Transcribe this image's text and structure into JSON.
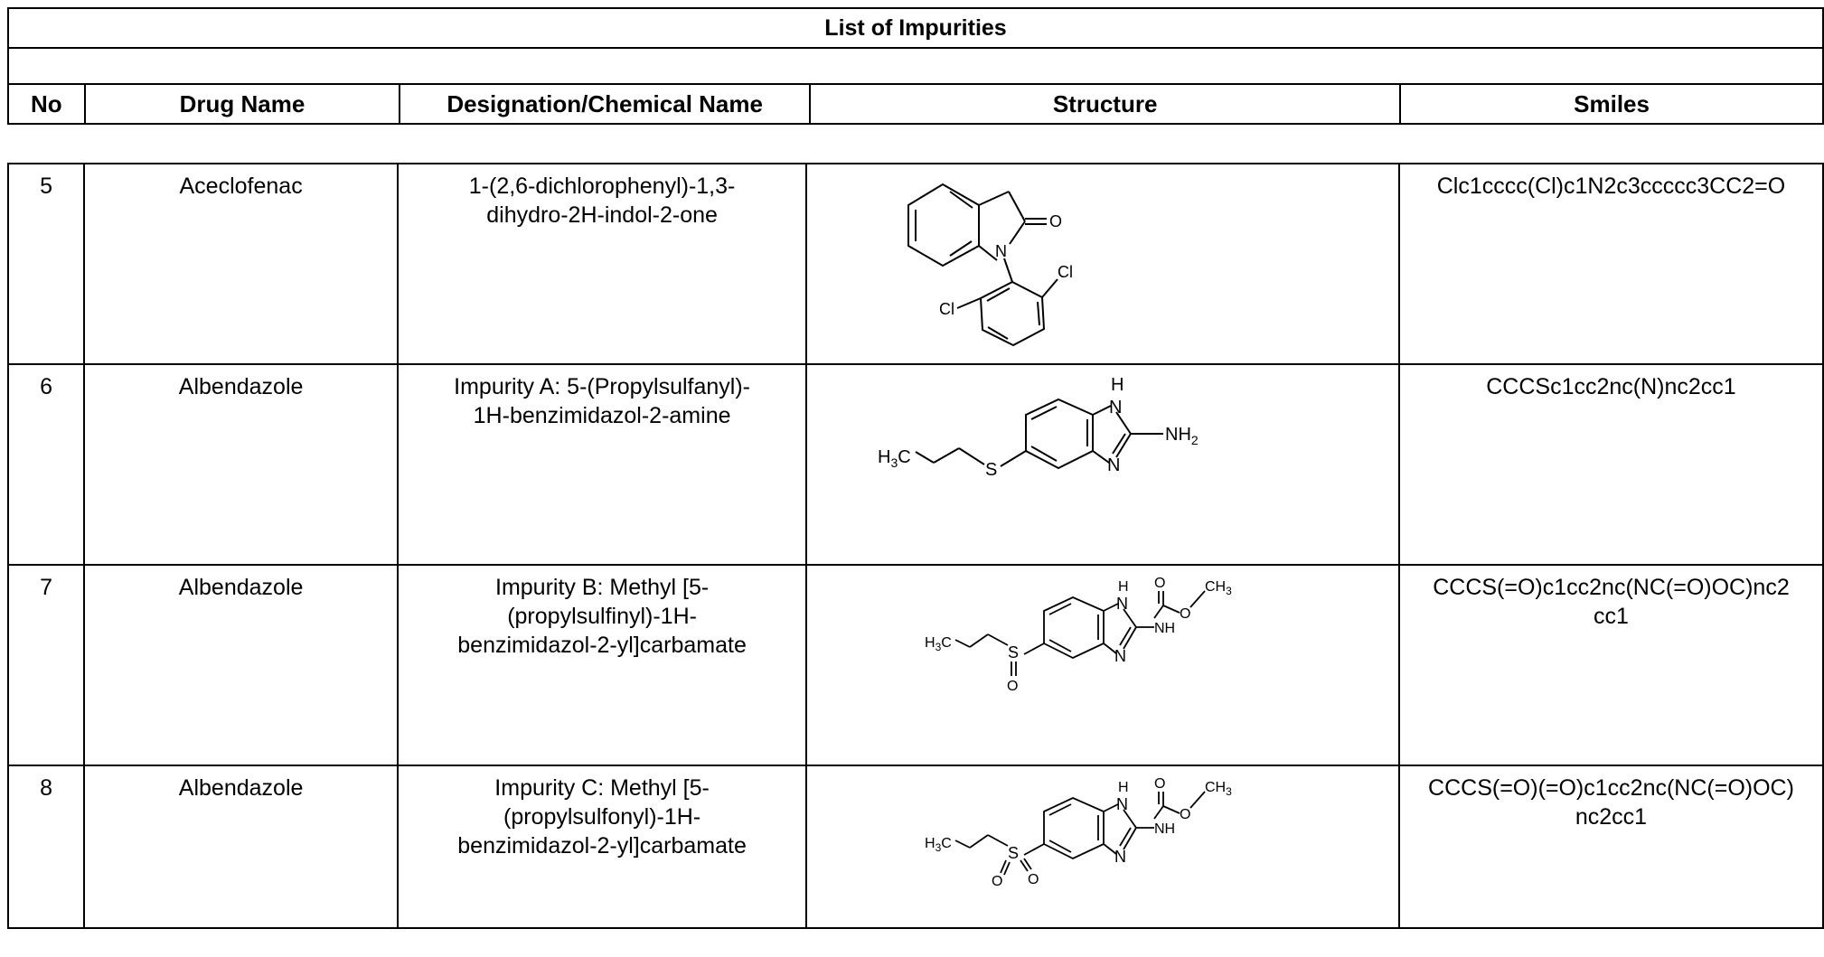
{
  "document": {
    "title": "List of Impurities",
    "headers": {
      "no": "No",
      "drug_name": "Drug Name",
      "designation": "Designation/Chemical Name",
      "structure": "Structure",
      "smiles": "Smiles"
    },
    "rows": [
      {
        "no": "5",
        "drug": "Aceclofenac",
        "name_line1": "1-(2,6-dichlorophenyl)-1,3-",
        "name_line2": "dihydro-2H-indol-2-one",
        "name_line3": "",
        "smiles_line1": "Clc1cccc(Cl)c1N2c3ccccc3CC2=O",
        "smiles_line2": "",
        "atoms": {
          "o": "O",
          "n": "N",
          "cl1": "Cl",
          "cl2": "Cl"
        }
      },
      {
        "no": "6",
        "drug": "Albendazole",
        "name_line1": "Impurity A: 5-(Propylsulfanyl)-",
        "name_line2": "1H-benzimidazol-2-amine",
        "name_line3": "",
        "smiles_line1": "CCCSc1cc2nc(N)nc2cc1",
        "smiles_line2": "",
        "atoms": {
          "h": "H",
          "n1": "N",
          "n2": "N",
          "nh": "NH",
          "sub2": "2",
          "h3": "H",
          "sub3": "3",
          "c": "C",
          "s": "S"
        }
      },
      {
        "no": "7",
        "drug": "Albendazole",
        "name_line1": "Impurity B: Methyl [5-",
        "name_line2": "(propylsulfinyl)-1H-",
        "name_line3": "benzimidazol-2-yl]carbamate",
        "smiles_line1": "CCCS(=O)c1cc2nc(NC(=O)OC)nc2",
        "smiles_line2": "cc1",
        "atoms": {
          "h": "H",
          "n1": "N",
          "n2": "N",
          "nh": "NH",
          "o1": "O",
          "o2": "O",
          "ch": "CH",
          "sub3": "3",
          "h3": "H",
          "sub3b": "3",
          "c": "C",
          "s": "S",
          "os": "O"
        }
      },
      {
        "no": "8",
        "drug": "Albendazole",
        "name_line1": "Impurity C: Methyl [5-",
        "name_line2": "(propylsulfonyl)-1H-",
        "name_line3": "benzimidazol-2-yl]carbamate",
        "smiles_line1": "CCCS(=O)(=O)c1cc2nc(NC(=O)OC)",
        "smiles_line2": "nc2cc1",
        "atoms": {
          "h": "H",
          "n1": "N",
          "n2": "N",
          "nh": "NH",
          "o1": "O",
          "o2": "O",
          "ch": "CH",
          "sub3": "3",
          "h3": "H",
          "sub3b": "3",
          "c": "C",
          "s": "S",
          "os1": "O",
          "os2": "O"
        }
      }
    ]
  }
}
